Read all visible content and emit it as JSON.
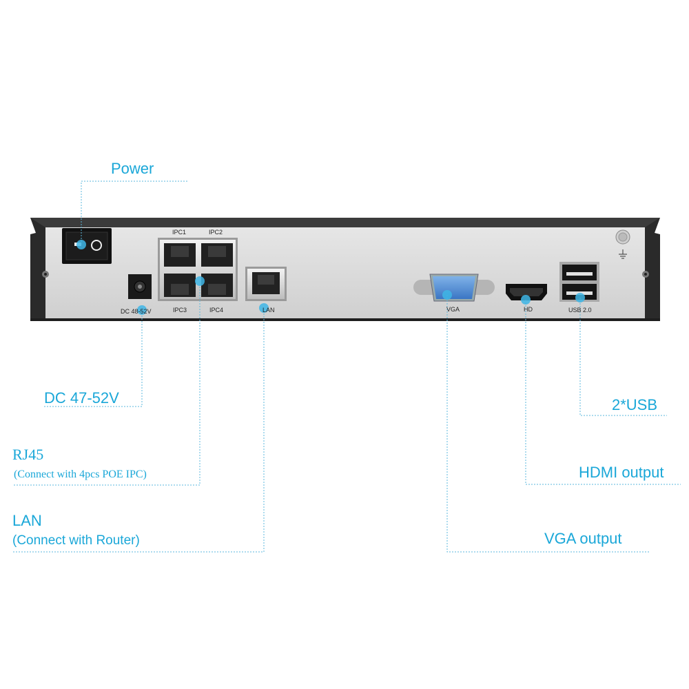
{
  "device_labels": {
    "ipc1": "IPC1",
    "ipc2": "IPC2",
    "ipc3": "IPC3",
    "ipc4": "IPC4",
    "dc": "DC 48-52V",
    "lan": "LAN",
    "vga": "VGA",
    "hd": "HD",
    "usb": "USB 2.0"
  },
  "callouts": {
    "power": "Power",
    "dc": "DC 47-52V",
    "rj45_title": "RJ45",
    "rj45_sub": "(Connect with 4pcs POE IPC)",
    "lan_title": "LAN",
    "lan_sub": "(Connect with Router)",
    "usb": "2*USB",
    "hdmi": "HDMI output",
    "vga": "VGA output"
  },
  "colors": {
    "accent": "#1aa7d8",
    "chassis": "#2b2b2b",
    "panel": "#dcdcdc"
  }
}
